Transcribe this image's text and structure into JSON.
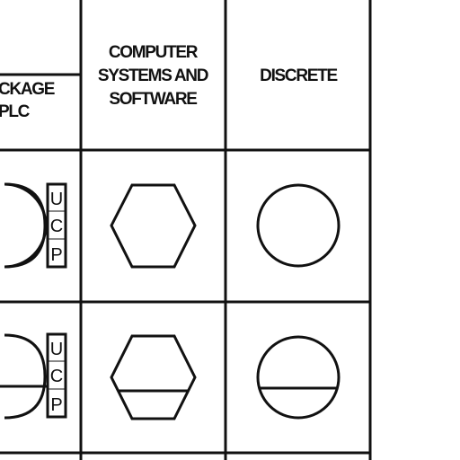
{
  "columns": {
    "package_plc": {
      "lines": [
        "CKAGE",
        "PLC"
      ]
    },
    "computer": {
      "lines": [
        "COMPUTER",
        "SYSTEMS AND",
        "SOFTWARE"
      ]
    },
    "discrete": {
      "lines": [
        "DISCRETE"
      ]
    }
  },
  "plc_badge": {
    "row1": [
      "U",
      "C",
      "P"
    ],
    "row2": [
      "U",
      "C",
      "P"
    ]
  },
  "symbols": {
    "plc_symbol": "half-circle-with-ucp-box-icon",
    "computer_symbol": "hexagon-icon",
    "discrete_symbol": "circle-icon"
  },
  "colors": {
    "line": "#111111",
    "background": "#ffffff"
  }
}
